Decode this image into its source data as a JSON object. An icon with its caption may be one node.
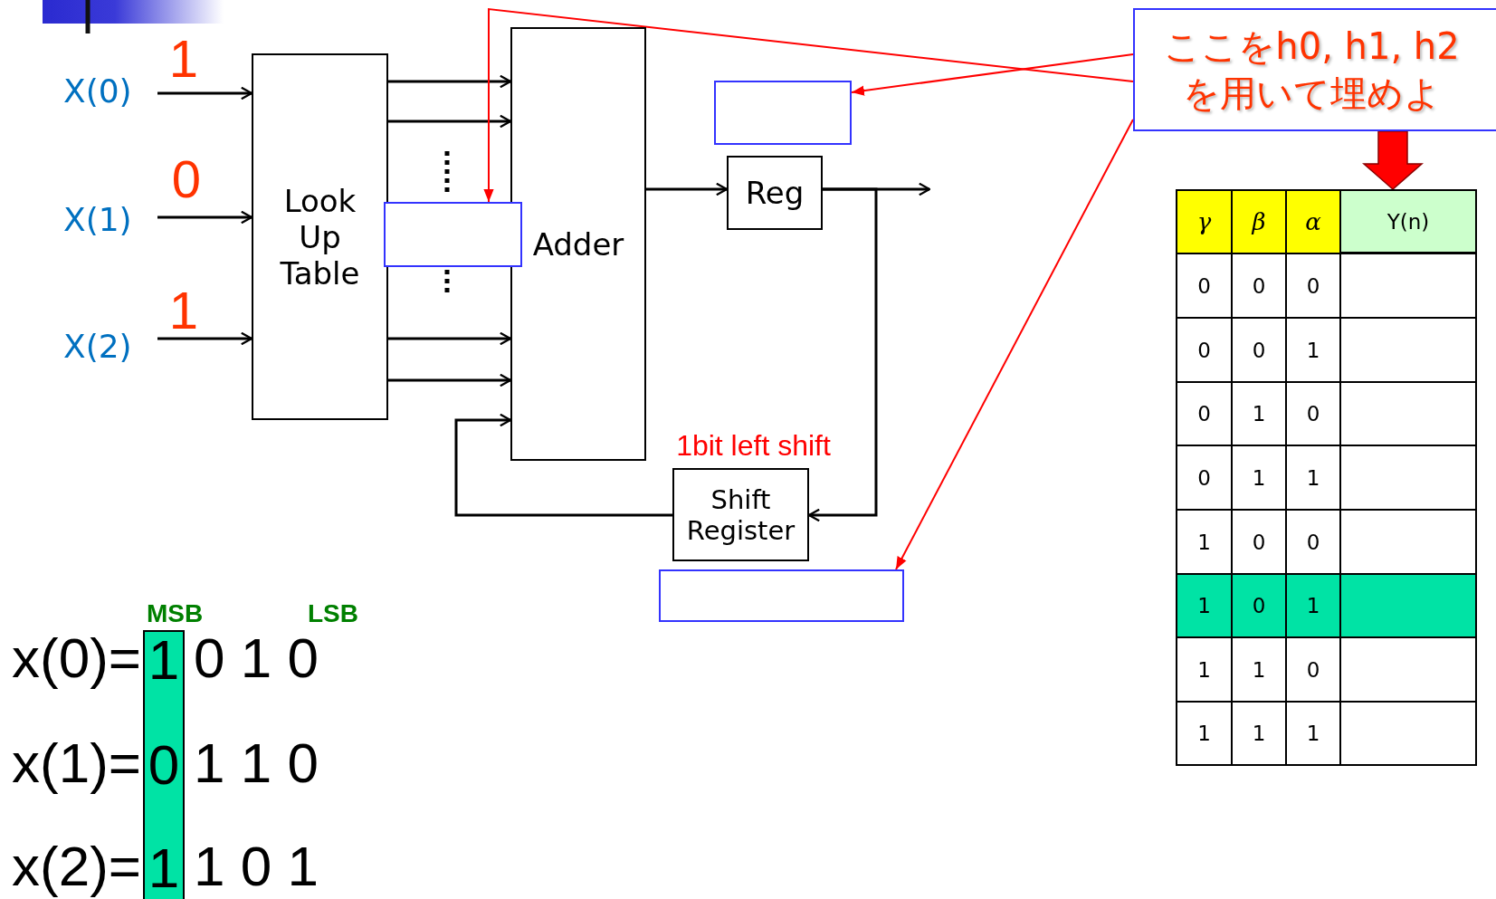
{
  "diagram": {
    "nodes": [
      {
        "text": [
          "X(0)"
        ]
      },
      {
        "text": [
          "X(1)"
        ]
      },
      {
        "text": [
          "X(2)"
        ]
      },
      {
        "text": [
          "Look Up Table"
        ]
      },
      {
        "text": [],
        "shape": "box"
      },
      {
        "text": [
          "Adder"
        ]
      },
      {
        "text": [],
        "shape": "box"
      },
      {
        "text": [
          "Reg"
        ]
      },
      {
        "text": [
          "Shift Register"
        ],
        "beside": [
          "1bit left shift"
        ]
      },
      {
        "text": [],
        "shape": "box"
      },
      {
        "text": [
          "ここをh0, h1, h2を用いて埋めよ"
        ]
      },
      {
        "text": [
          "Y(n)"
        ]
      },
      {
        "text": [
          "1",
          "0",
          "1"
        ]
      }
    ],
    "edges": [
      {
        "from": 0,
        "to": 3,
        "arrow": "to"
      },
      {
        "from": 1,
        "to": 3,
        "arrow": "to"
      },
      {
        "from": 2,
        "to": 3,
        "arrow": "to"
      },
      {
        "from": 3,
        "to": 5,
        "arrow": "to"
      },
      {
        "from": 3,
        "to": 5,
        "arrow": "to"
      },
      {
        "from": 3,
        "to": 5,
        "arrow": "to"
      },
      {
        "from": 3,
        "to": 5,
        "arrow": "to"
      },
      {
        "from": 5,
        "to": 7,
        "arrow": "to"
      },
      {
        "from": 7,
        "to": null,
        "arrow": "to"
      },
      {
        "from": 7,
        "to": 8,
        "arrow": "to"
      },
      {
        "from": 8,
        "to": 5,
        "arrow": "to"
      },
      {
        "from": 10,
        "to": 6,
        "arrow": "to",
        "color": "#ff0000"
      },
      {
        "from": 10,
        "to": 4,
        "arrow": "to",
        "color": "#ff0000"
      },
      {
        "from": 10,
        "to": 9,
        "arrow": "to",
        "color": "#ff0000"
      },
      {
        "from": 10,
        "to": 11,
        "arrow": "to",
        "style": "thick",
        "color": "#ff0000"
      }
    ],
    "labels": [
      "1",
      "0",
      "1",
      "MSB",
      "LSB",
      "x(0)=",
      "0 1 0",
      "x(1)=",
      "1 1 0",
      "x(2)=",
      "1 0 1",
      "γ",
      "β",
      "α",
      "0",
      "0",
      "0",
      "0",
      "0",
      "1",
      "0",
      "1",
      "0",
      "0",
      "1",
      "1",
      "1",
      "0",
      "0",
      "1",
      "0",
      "1",
      "1",
      "1",
      "0",
      "1",
      "1",
      "1"
    ]
  }
}
